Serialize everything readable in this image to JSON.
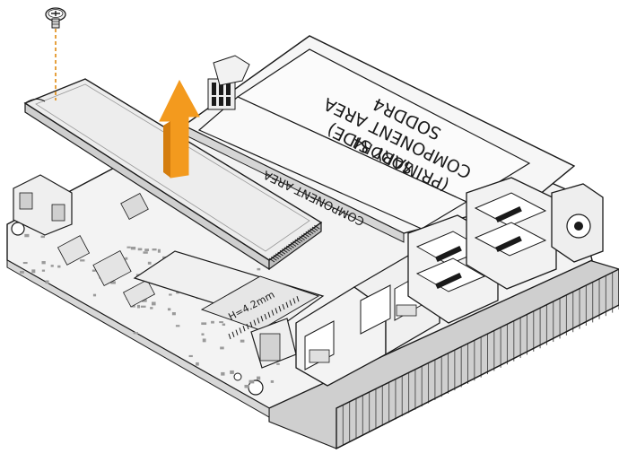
{
  "diagram": {
    "colors": {
      "line": "#1a1a1a",
      "board": "#f2f2f2",
      "board_dark": "#d9d9d9",
      "heatsink": "#bdbdbd",
      "heatsink_dark": "#8a8a8a",
      "module": "#ececec",
      "arrow": "#f39a1e",
      "guide": "#e08a10"
    },
    "labels": {
      "primary_line1": "(PRIMARY SIDE)",
      "primary_line2": "COMPONENT AREA",
      "primary_line3": "SODDR4",
      "secondary_line1": "SODDR4",
      "secondary_line2": "COMPONENT AREA",
      "mkey_label": "H=4.2mm"
    },
    "icons": {
      "screw": "screw-icon",
      "arrow": "lift-up-arrow-icon"
    }
  }
}
